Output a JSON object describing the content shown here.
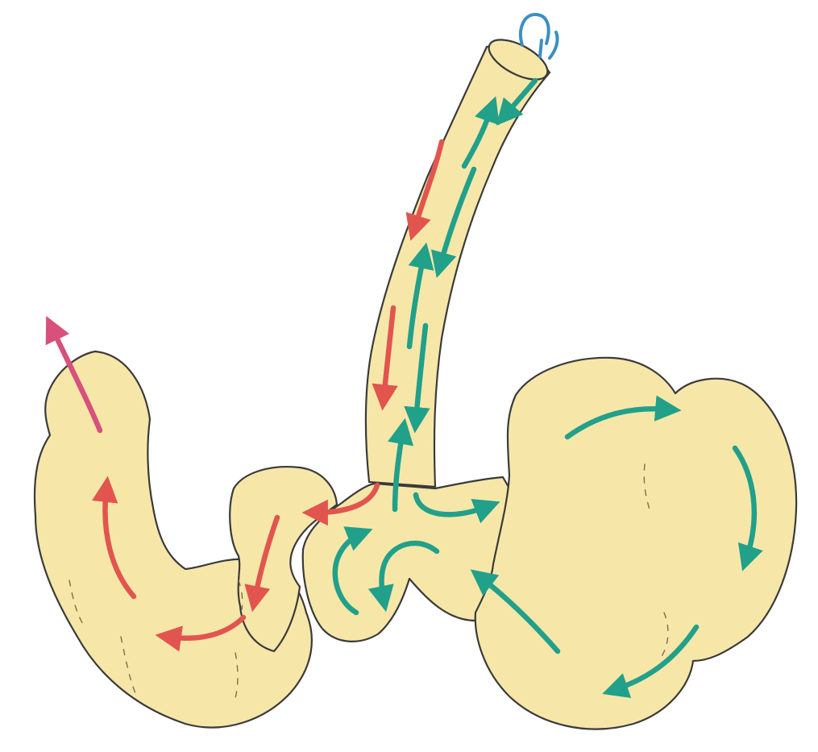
{
  "colors": {
    "background": "#ffffff",
    "organ_fill": "#f6e7a9",
    "outline": "#3a3a3a",
    "red_arrow": "#e2554f",
    "green_arrow": "#21a08a",
    "magenta_arrow": "#d8507c",
    "tube_cap": "#3b8fc4"
  },
  "icons": [
    "red-flow-arrow",
    "teal-flow-arrow",
    "magenta-exit-arrow",
    "tube-end-clip-icon"
  ]
}
